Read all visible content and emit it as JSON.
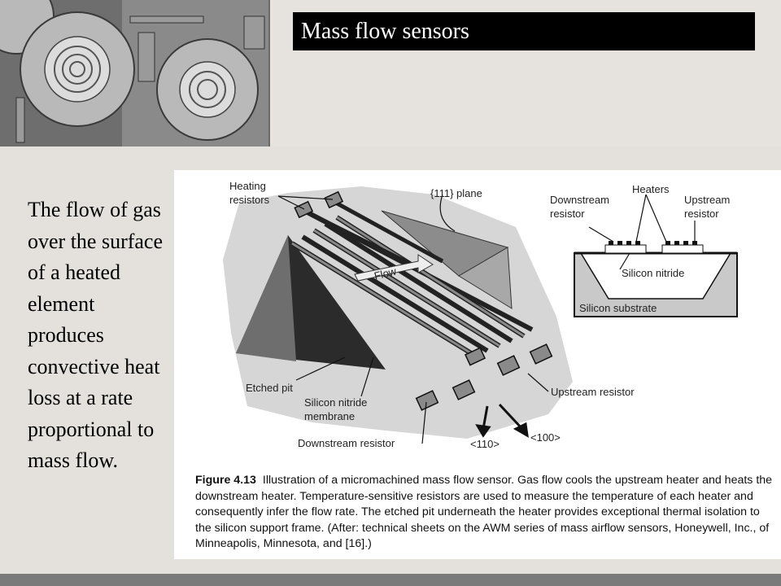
{
  "slide": {
    "title": "Mass flow sensors",
    "body": "The flow of gas over the surface of a heated element produces convective heat loss at a rate proportional to mass flow."
  },
  "figure": {
    "labels": {
      "heating_resistors_1": "Heating",
      "heating_resistors_2": "resistors",
      "plane_111": "{111} plane",
      "flow": "Flow",
      "etched_pit": "Etched pit",
      "silicon_nitride_membrane_1": "Silicon nitride",
      "silicon_nitride_membrane_2": "membrane",
      "downstream_resistor_bottom": "Downstream resistor",
      "upstream_resistor_right": "Upstream resistor",
      "dir_110": "<110>",
      "dir_100": "<100>",
      "heaters": "Heaters",
      "downstream_resistor_inset_1": "Downstream",
      "downstream_resistor_inset_2": "resistor",
      "upstream_resistor_inset_1": "Upstream",
      "upstream_resistor_inset_2": "resistor",
      "silicon_nitride": "Silicon nitride",
      "silicon_substrate": "Silicon substrate"
    },
    "caption": {
      "number": "Figure 4.13",
      "text": "Illustration of a micromachined mass flow sensor. Gas flow cools the upstream heater and heats the downstream heater. Temperature-sensitive resistors are used to measure the temperature of each heater and consequently infer the flow rate. The etched pit underneath the heater provides exceptional thermal isolation to the silicon support frame. (After: technical sheets on the AWM series of mass airflow sensors, Honeywell, Inc., of Minneapolis, Minnesota, and [16].)"
    }
  }
}
